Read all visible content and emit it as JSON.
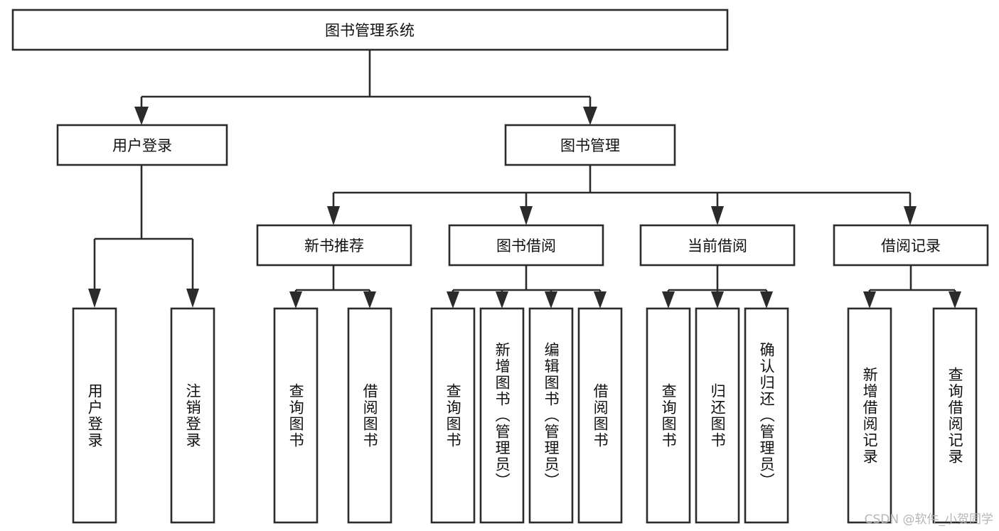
{
  "diagram": {
    "type": "tree",
    "title": "图书管理系统",
    "watermark": "CSDN @软件_小贺同学",
    "colors": {
      "stroke": "#2b2b2b",
      "fill": "#ffffff",
      "text": "#111111",
      "watermark": "#b6b6b6"
    },
    "root": {
      "label": "图书管理系统"
    },
    "level2": [
      {
        "label": "用户登录"
      },
      {
        "label": "图书管理"
      }
    ],
    "level3": [
      {
        "label": "新书推荐"
      },
      {
        "label": "图书借阅"
      },
      {
        "label": "当前借阅"
      },
      {
        "label": "借阅记录"
      }
    ],
    "leaves": {
      "user_login": [
        {
          "label": "用户登录"
        },
        {
          "label": "注销登录"
        }
      ],
      "new_book": [
        {
          "label": "查询图书"
        },
        {
          "label": "借阅图书"
        }
      ],
      "book_borrow": [
        {
          "label": "查询图书"
        },
        {
          "label": "新增图书（管理员）"
        },
        {
          "label": "编辑图书（管理员）"
        },
        {
          "label": "借阅图书"
        }
      ],
      "current_borrow": [
        {
          "label": "查询图书"
        },
        {
          "label": "归还图书"
        },
        {
          "label": "确认归还（管理员）"
        }
      ],
      "borrow_record": [
        {
          "label": "新增借阅记录"
        },
        {
          "label": "查询借阅记录"
        }
      ]
    }
  }
}
